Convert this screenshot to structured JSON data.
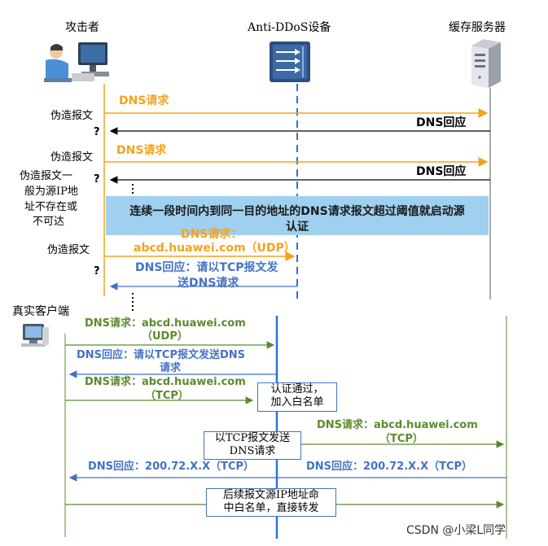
{
  "actors": {
    "attacker": "攻击者",
    "device": "Anti-DDoS设备",
    "cache_server": "缓存服务器",
    "real_client": "真实客户端"
  },
  "left_labels": {
    "forged1": "伪造报文",
    "forged2": "伪造报文",
    "forged3_line1": "伪造报文一",
    "forged3_line2": "般为源IP地",
    "forged3_line3": "址不存在或",
    "forged3_line4": "不可达",
    "forged4": "伪造报文",
    "question": "?"
  },
  "messages": {
    "dns_request": "DNS请求",
    "dns_reply": "DNS回应",
    "banner_line1": "连续一段时间内到同一目的地址的DNS请求报文超过阈值就启动源",
    "banner_line2": "认证",
    "dns_request_colon": "DNS请求：",
    "udp_domain": "abcd.huawei.com（UDP）",
    "reply_tcp_line1": "DNS回应：请以TCP报文发",
    "reply_tcp_line2": "送DNS请求"
  },
  "client_flow": {
    "req_udp_line1": "DNS请求：abcd.huawei.com",
    "req_udp_line2": "（UDP）",
    "reply_tcp_line1": "DNS回应：请以TCP报文发送DNS",
    "reply_tcp_line2": "请求",
    "req_tcp_line1": "DNS请求：abcd.huawei.com",
    "req_tcp_line2": "（TCP）",
    "auth_box_line1": "认证通过，",
    "auth_box_line2": "加入白名单",
    "tcp_box_line1": "以TCP报文发送",
    "tcp_box_line2": "DNS请求",
    "server_req_line1": "DNS请求：abcd.huawei.com",
    "server_req_line2": "（TCP）",
    "reply_ip_left": "DNS回应：200.72.X.X（TCP）",
    "reply_ip_right": "DNS回应：200.72.X.X（TCP）",
    "forward_box_line1": "后续报文源IP地址命",
    "forward_box_line2": "中白名单，直接转发"
  },
  "watermark": "CSDN @小梁L同学",
  "colors": {
    "orange": "#f5a31c",
    "blue": "#4472c4",
    "green": "#5c8a2d",
    "banner": "#9fd0ef"
  }
}
